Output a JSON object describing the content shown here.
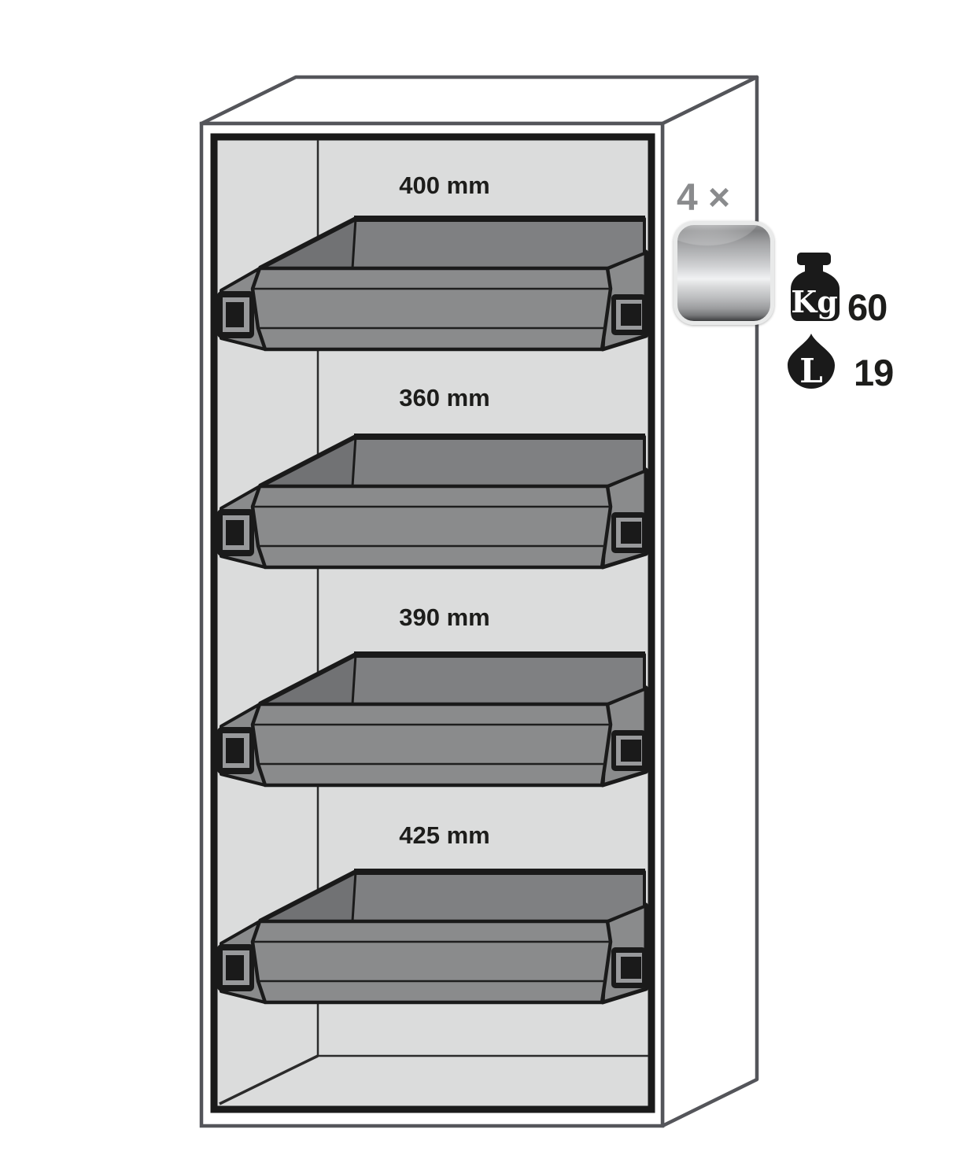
{
  "diagram_type": "safety-cabinet-pullout-tray-diagram",
  "cabinet": {
    "compartments": [
      {
        "label": "400 mm"
      },
      {
        "label": "360 mm"
      },
      {
        "label": "390 mm"
      },
      {
        "label": "425 mm"
      }
    ],
    "tray_count": 4
  },
  "annotation": {
    "quantity_label": "4 ×",
    "tray_material_icon": "stainless-steel-tray-icon",
    "load": {
      "icon": "weight-kg-icon",
      "unit_label": "Kg",
      "value": "60"
    },
    "volume": {
      "icon": "liquid-drop-icon",
      "unit_label": "L",
      "value": "19"
    }
  },
  "colors": {
    "cabinet_outline": "#54555a",
    "interior_outline": "#1a1a1a",
    "interior_fill": "#dbdcdc",
    "tray_gray": "#8a8b8c",
    "tray_inner_gray": "#7f8082",
    "tray_wall_gray": "#717274",
    "bracket_inner_gray": "#98999b",
    "label_text": "#1d1d1b",
    "quantity_text": "#8a8b8d"
  }
}
